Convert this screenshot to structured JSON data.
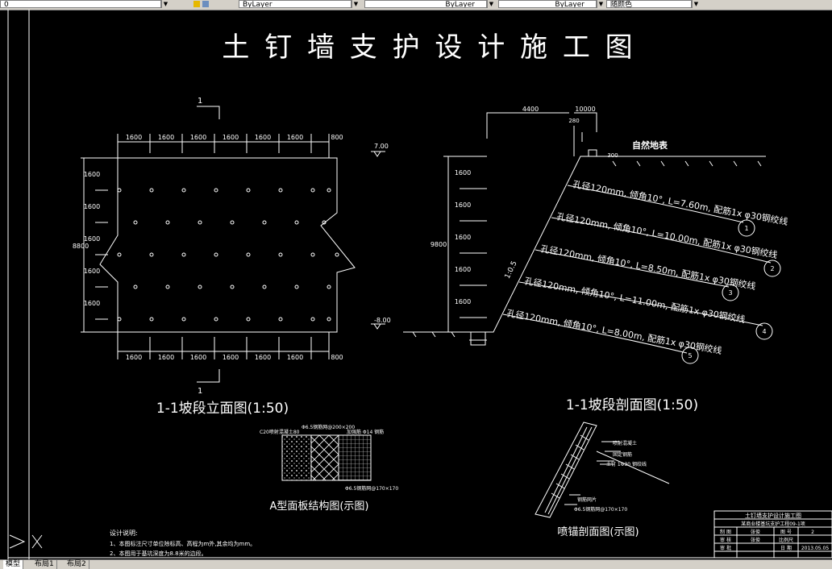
{
  "toolbar": {
    "layer_value": "0",
    "color_value": "ByLayer",
    "linetype_value": "ByLayer",
    "lineweight_value": "ByLayer",
    "plotstyle_value": "随颜色"
  },
  "drawing": {
    "title": "土 钉 墙 支 护 设 计 施 工 图",
    "section_marker": "1",
    "elev_top": "7.00",
    "elev_bottom": "-8.00",
    "top_dims": [
      "1600",
      "1600",
      "1600",
      "1600",
      "1600",
      "1600",
      "800"
    ],
    "bottom_dims": [
      "1600",
      "1600",
      "1600",
      "1600",
      "1600",
      "1600",
      "800"
    ],
    "left_dims": [
      "1600",
      "1600",
      "1600",
      "1600",
      "1600"
    ],
    "height_dim": "8800",
    "section_dims": [
      "1600",
      "1600",
      "1600",
      "1600",
      "1600"
    ],
    "section_height": "9800",
    "dim_4400": "4400",
    "dim_10000": "10000",
    "dim_280": "280",
    "dim_300": "300",
    "ground_label": "自然地表",
    "slope_label": "1:0.5",
    "nail_labels": [
      "孔径120mm, 倾角10°, L=7.60m, 配筋1x φ30钢绞线",
      "孔径120mm, 倾角10°, L=10.00m, 配筋1x φ30钢绞线",
      "孔径120mm, 倾角10°, L=8.50m, 配筋1x φ30钢绞线",
      "孔径120mm, 倾角10°, L=11.00m, 配筋1x φ30钢绞线",
      "孔径120mm, 倾角10°, L=8.00m, 配筋1x φ30钢绞线"
    ],
    "nail_numbers": [
      "1",
      "2",
      "3",
      "4",
      "5"
    ],
    "elevation_caption": "1-1坡段立面图(1:50)",
    "section_caption": "1-1坡段剖面图(1:50)",
    "panel_caption": "A型面板结构图(示图)",
    "spray_caption": "喷锚剖面图(示图)",
    "panel_label_concrete": "C20喷射混凝土80",
    "panel_label_mesh": "Φ6.5钢筋网@200×200",
    "panel_label_right": "加强筋 Φ14 钢筋",
    "panel_label_bottom": "Φ6.5钢筋网@170×170",
    "spray_label_1": "喷射混凝土",
    "spray_label_2": "固定钢筋",
    "spray_label_3": "土钉 1Φ30 钢绞线",
    "spray_label_4": "钢筋网片",
    "spray_label_5": "Φ6.5钢筋网@170×170",
    "notes_title": "设计说明:",
    "notes": [
      "1、本图标注尺寸单位除标高、高程为m外,其余均为mm。",
      "2、本图用于基坑深度为8.8米的边段。"
    ],
    "title_block": {
      "name": "土钉墙支护设计施工图",
      "project": "某商业楼基坑支护工程09-1项",
      "drawn_label": "制 图",
      "drawn_by": "张俊",
      "sheet_label": "图 号",
      "sheet_no": "2",
      "check_label": "审 核",
      "checked_by": "张俊",
      "scale_label": "比例尺",
      "approve_label": "审 批",
      "date_label": "日 期",
      "date": "2013.05.05"
    }
  },
  "tabs": [
    "模型",
    "布局1",
    "布局2"
  ],
  "colors": {
    "background": "#000000",
    "lines": "#ffffff",
    "ui_gray": "#d4d0c8"
  }
}
